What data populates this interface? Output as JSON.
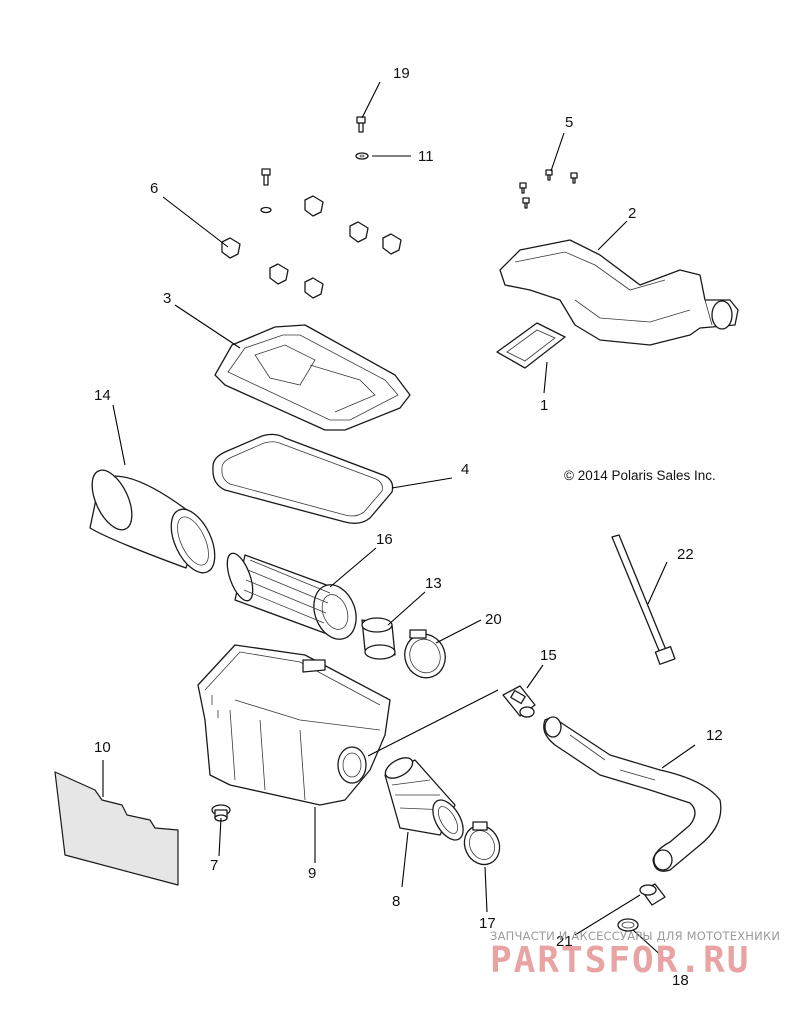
{
  "copyright": "© 2014 Polaris Sales Inc.",
  "watermark": {
    "subtitle": "ЗАПЧАСТИ И АКСЕССУАРЫ ДЛЯ МОТОТЕХНИКИ",
    "brand": "PARTSFOR.RU",
    "brand_color": "#e9a3a3"
  },
  "callouts": {
    "c1": "1",
    "c2": "2",
    "c3": "3",
    "c4": "4",
    "c5": "5",
    "c6": "6",
    "c7": "7",
    "c8": "8",
    "c9": "9",
    "c10": "10",
    "c11": "11",
    "c12": "12",
    "c13": "13",
    "c14": "14",
    "c15": "15",
    "c16": "16",
    "c17": "17",
    "c18": "18",
    "c19": "19",
    "c20": "20",
    "c21": "21",
    "c22": "22"
  }
}
